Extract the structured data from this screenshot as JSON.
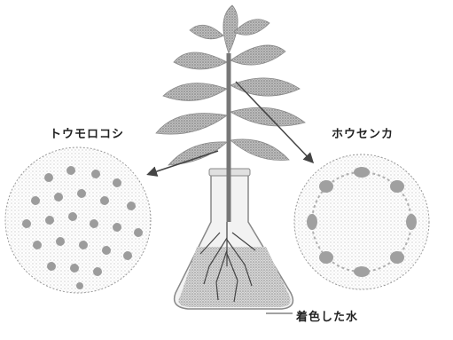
{
  "figure": {
    "left_label": "トウモロコシ",
    "right_label": "ホウセンカ",
    "water_label": "着色した水"
  },
  "colors": {
    "ink": "#222222",
    "stipple": "#9a9a9a",
    "plant": "#8a8a8a",
    "water": "#bdbdbd"
  },
  "icons": {
    "plant": "plant-illustration",
    "flask": "erlenmeyer-flask",
    "left_section": "corn-stem-cross-section",
    "right_section": "balsam-stem-cross-section"
  }
}
